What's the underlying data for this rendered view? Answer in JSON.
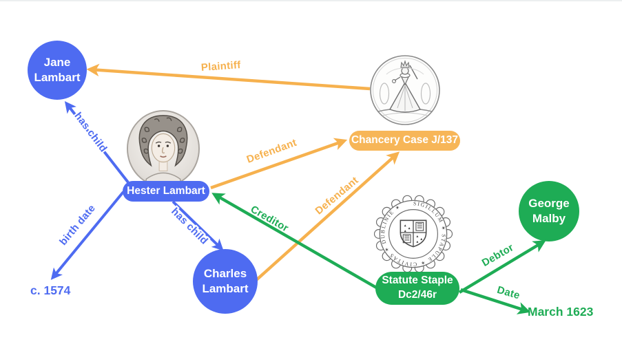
{
  "canvas": {
    "type": "knowledge-graph",
    "background": "#ffffff"
  },
  "colors": {
    "person_node_blue": "#4e6bf1",
    "case_node_orange": "#f7b658",
    "record_node_green": "#1eac55",
    "node_text": "#ffffff"
  },
  "nodes": {
    "jane": {
      "label": "Jane Lambart",
      "kind": "person",
      "color": "#4e6bf1"
    },
    "hester": {
      "label": "Hester Lambart",
      "kind": "person",
      "color": "#4e6bf1"
    },
    "charles": {
      "label": "Charles Lambart",
      "kind": "person",
      "color": "#4e6bf1"
    },
    "george": {
      "label": "George Malby",
      "kind": "person",
      "color": "#1eac55"
    },
    "chancery": {
      "label": "Chancery Case J/137",
      "kind": "legal-case",
      "color": "#f7b658"
    },
    "staple": {
      "line1": "Statute Staple",
      "line2": "Dc2/46r",
      "kind": "record",
      "color": "#1eac55"
    },
    "birth_value": {
      "label": "c. 1574",
      "kind": "date-value",
      "color": "#4e6bf1"
    },
    "date_value": {
      "label": "March 1623",
      "kind": "date-value",
      "color": "#1eac55"
    }
  },
  "edges": {
    "plaintiff": {
      "label": "Plaintiff",
      "from": "Chancery Case J/137",
      "to": "Jane Lambart",
      "color": "#f6b14e"
    },
    "defendant_hester": {
      "label": "Defendant",
      "from": "Hester Lambart",
      "to": "Chancery Case J/137",
      "color": "#f6b14e"
    },
    "defendant_charles": {
      "label": "Defendant",
      "from": "Charles Lambart",
      "to": "Chancery Case J/137",
      "color": "#f6b14e"
    },
    "has_child_jane": {
      "label": "has child",
      "from": "Hester Lambart",
      "to": "Jane Lambart",
      "color": "#4e6bf1"
    },
    "has_child_charles": {
      "label": "has child",
      "from": "Hester Lambart",
      "to": "Charles Lambart",
      "color": "#4e6bf1"
    },
    "birth_date": {
      "label": "birth date",
      "from": "Hester Lambart",
      "to": "c. 1574",
      "color": "#4e6bf1"
    },
    "creditor": {
      "label": "Creditor",
      "from": "Statute Staple Dc2/46r",
      "to": "Hester Lambart",
      "color": "#1eac55"
    },
    "debtor": {
      "label": "Debtor",
      "from": "Statute Staple Dc2/46r",
      "to": "George Malby",
      "color": "#1eac55"
    },
    "date": {
      "label": "Date",
      "from": "Statute Staple Dc2/46r",
      "to": "March 1623",
      "color": "#1eac55"
    }
  },
  "images": {
    "hester_portrait": {
      "name": "engraved-portrait-of-woman"
    },
    "chancery_seal": {
      "name": "great-seal-engraving-queen-enthroned"
    },
    "staple_seal": {
      "name": "statute-staple-seal-shield",
      "inscription": "SIGILLUM ✶ STAPULE ✶ CIVITAS ✶ DUBLINIE ✶"
    }
  }
}
